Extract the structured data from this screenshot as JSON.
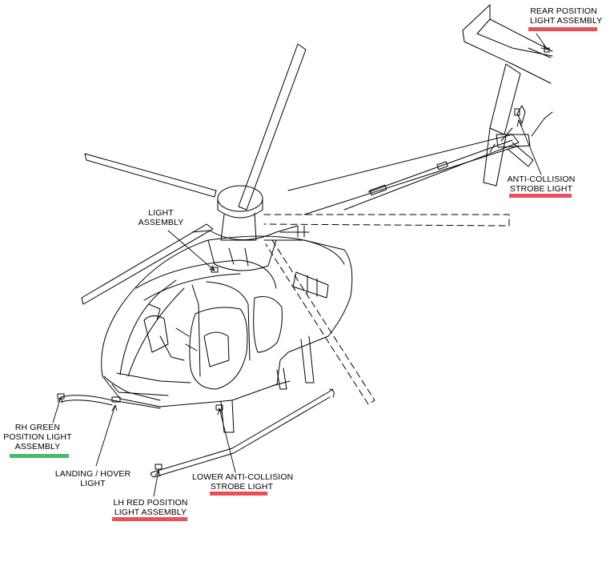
{
  "labels": {
    "rear_position": [
      "REAR POSITION",
      "LIGHT ASSEMBLY"
    ],
    "anti_collision": [
      "ANTI-COLLISION",
      "STROBE LIGHT"
    ],
    "light_assembly": [
      "LIGHT",
      "ASSEMBLY"
    ],
    "rh_green": [
      "RH GREEN",
      "POSITION LIGHT",
      "ASSEMBLY"
    ],
    "landing_hover": [
      "LANDING / HOVER",
      "LIGHT"
    ],
    "lower_anti_collision": [
      "LOWER ANTI-COLLISION",
      "STROBE LIGHT"
    ],
    "lh_red": [
      "LH RED POSITION",
      "LIGHT ASSEMBLY"
    ]
  },
  "colors": {
    "red_highlight": "#e8505b",
    "green_highlight": "#4cb86b",
    "line": "#000000"
  }
}
